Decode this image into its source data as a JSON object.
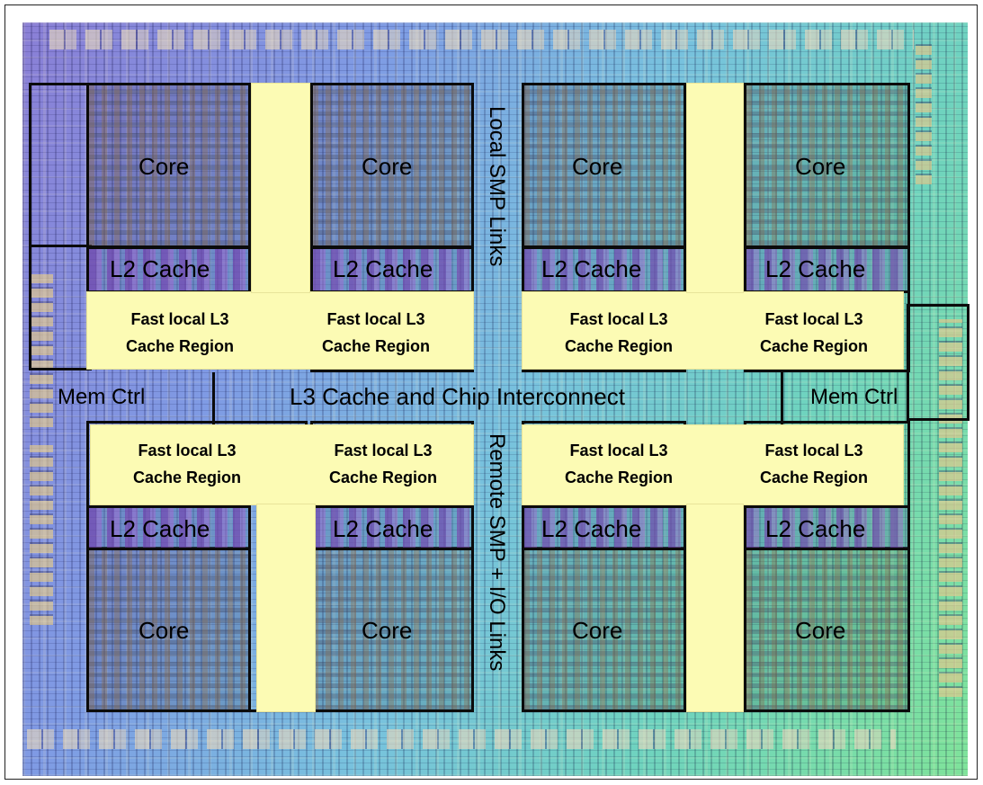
{
  "labels": {
    "core": "Core",
    "l2_cache": "L2 Cache",
    "fast_l3_line1": "Fast local L3",
    "fast_l3_line2": "Cache Region",
    "mem_ctrl": "Mem Ctrl",
    "interconnect": "L3 Cache and Chip Interconnect",
    "local_smp": "Local SMP Links",
    "remote_smp": "Remote SMP + I/O Links"
  },
  "colors": {
    "l3_region": "#fcfbb4",
    "outline": "#0b0b0b"
  }
}
